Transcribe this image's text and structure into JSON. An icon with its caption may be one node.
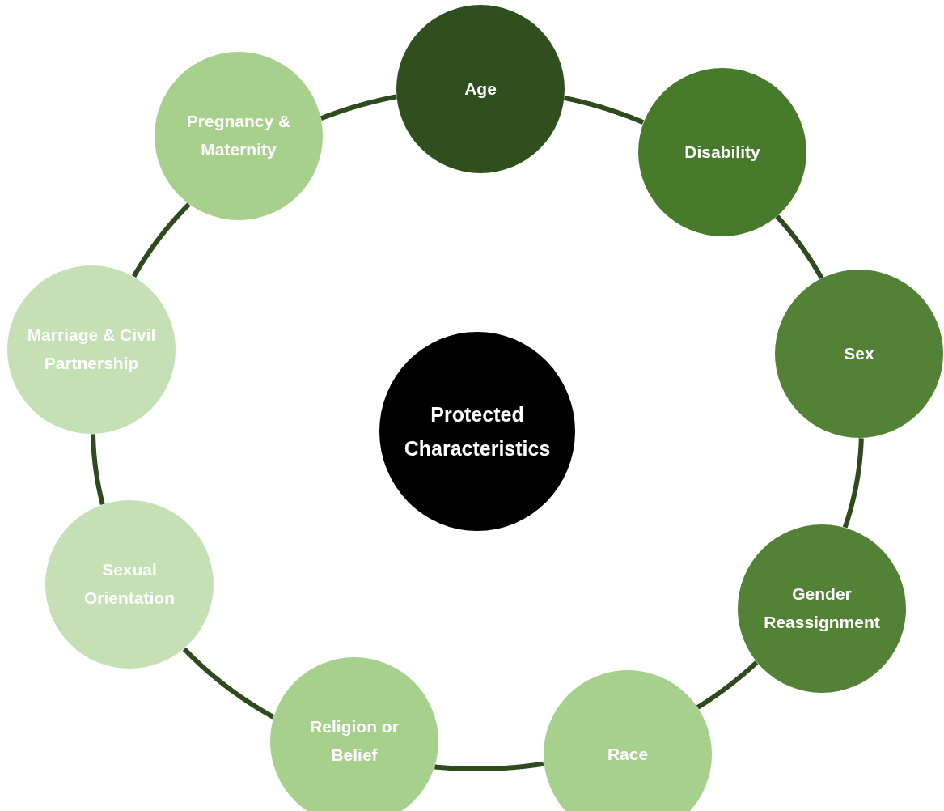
{
  "diagram": {
    "nodes": [
      {
        "text": [
          "Protected Characteristics"
        ]
      },
      {
        "text": [
          "Age"
        ]
      },
      {
        "text": [
          "Disability"
        ]
      },
      {
        "text": [
          "Sex"
        ]
      },
      {
        "text": [
          "Gender Reassignment"
        ]
      },
      {
        "text": [
          "Race"
        ]
      },
      {
        "text": [
          "Religion or Belief"
        ]
      },
      {
        "text": [
          "Sexual Orientation"
        ]
      },
      {
        "text": [
          "Marriage & Civil Partnership"
        ]
      },
      {
        "text": [
          "Pregnancy & Maternity"
        ]
      }
    ],
    "edges": [
      {
        "from": 1,
        "to": 2,
        "arrow": "none"
      },
      {
        "from": 2,
        "to": 3,
        "arrow": "none"
      },
      {
        "from": 3,
        "to": 4,
        "arrow": "none"
      },
      {
        "from": 4,
        "to": 5,
        "arrow": "none"
      },
      {
        "from": 5,
        "to": 6,
        "arrow": "none"
      },
      {
        "from": 6,
        "to": 7,
        "arrow": "none"
      },
      {
        "from": 7,
        "to": 8,
        "arrow": "none"
      },
      {
        "from": 8,
        "to": 9,
        "arrow": "none"
      },
      {
        "from": 9,
        "to": 1,
        "arrow": "none"
      }
    ]
  }
}
